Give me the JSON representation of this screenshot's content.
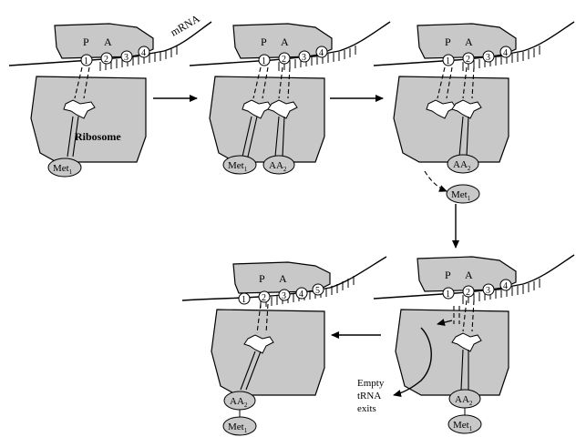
{
  "labels": {
    "mrna": "mRNA",
    "ribosome": "Ribosome",
    "site_p": "P",
    "site_a": "A",
    "met": "Met",
    "met_sub": "1",
    "aa": "AA",
    "aa_sub": "2",
    "empty_line1": "Empty",
    "empty_line2": "tRNA",
    "empty_line3": "exits"
  },
  "codon_numbers": [
    "1",
    "2",
    "3",
    "4",
    "5"
  ],
  "colors": {
    "ribosome_fill": "#c8c8c8",
    "stroke": "#000000",
    "background": "#ffffff"
  }
}
